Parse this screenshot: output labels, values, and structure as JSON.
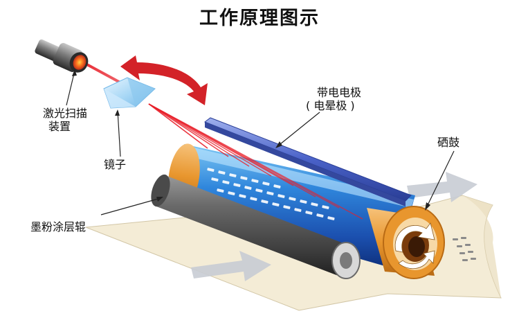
{
  "title": "工作原理图示",
  "labels": {
    "laser_line1": "激光扫描",
    "laser_line2": "装置",
    "mirror": "镜子",
    "corona_line1": "带电电极",
    "corona_line2": "( 电晕极 )",
    "drum": "硒鼓",
    "toner_roller": "墨粉涂层辊"
  },
  "colors": {
    "laser_beam": "#e8202a",
    "rotation_arrow": "#d32228",
    "drum_blue": "#1e64c8",
    "drum_orange": "#e89a3a",
    "electrode": "#4a62c8",
    "roller": "#5a5a5a",
    "paper": "#f4ecd6",
    "paper_arrow": "#c8ccd4"
  },
  "icons": [
    "laser-scanner-icon",
    "mirror-icon",
    "rotation-arrow-icon",
    "drum-rotation-arrow-icon",
    "paper-feed-arrow-icon"
  ]
}
